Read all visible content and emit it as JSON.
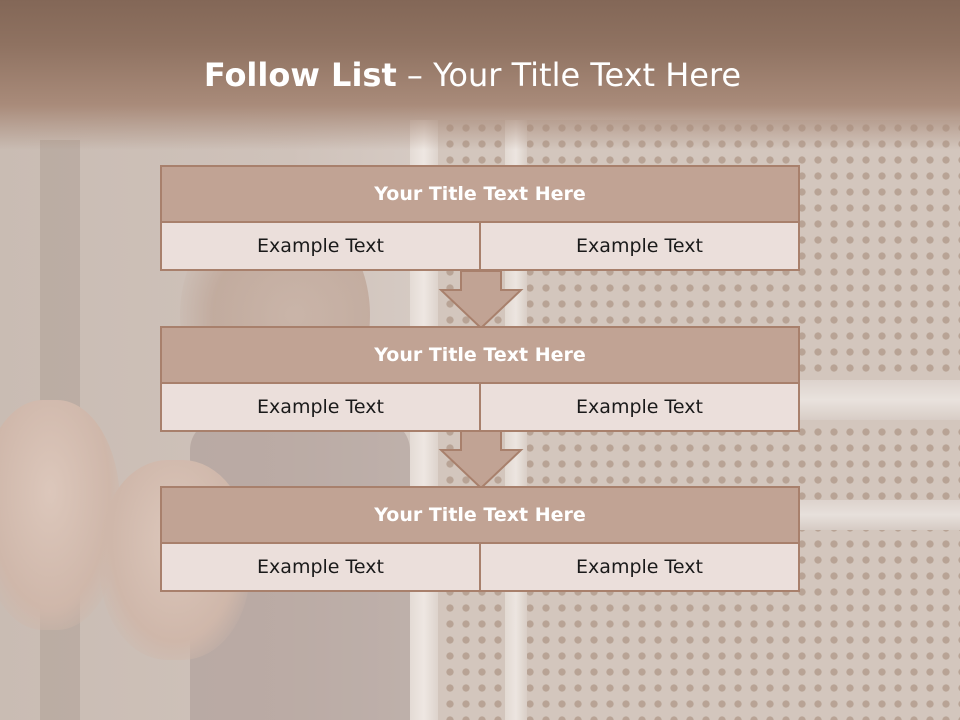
{
  "slide": {
    "title_bold": "Follow List",
    "title_rest": " – Your Title Text Here"
  },
  "blocks": [
    {
      "title": "Your Title Text Here",
      "left": "Example Text",
      "right": "Example Text"
    },
    {
      "title": "Your Title Text Here",
      "left": "Example Text",
      "right": "Example Text"
    },
    {
      "title": "Your Title Text Here",
      "left": "Example Text",
      "right": "Example Text"
    }
  ],
  "colors": {
    "header": "#8f7261",
    "block_title_fill": "#c1a394",
    "block_border": "#a8806c",
    "cell_fill": "#ebdfdb"
  },
  "icons": [
    "down-arrow-icon",
    "down-arrow-icon"
  ]
}
